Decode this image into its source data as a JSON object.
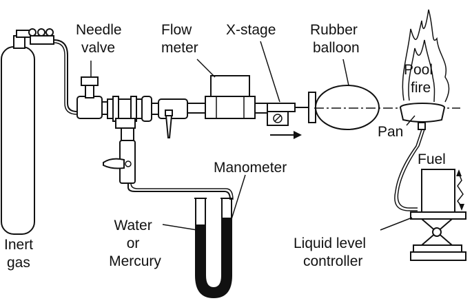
{
  "labels": {
    "needle_valve": [
      "Needle",
      "valve"
    ],
    "flow_meter": [
      "Flow",
      "meter"
    ],
    "x_stage": "X-stage",
    "rubber_balloon": [
      "Rubber",
      "balloon"
    ],
    "pool_fire": [
      "Pool",
      "fire"
    ],
    "pan": "Pan",
    "fuel": "Fuel",
    "manometer": "Manometer",
    "water_or_mercury": [
      "Water",
      "or",
      "Mercury"
    ],
    "inert_gas": [
      "Inert",
      "gas"
    ],
    "liquid_level_controller": [
      "Liquid level",
      "controller"
    ]
  }
}
